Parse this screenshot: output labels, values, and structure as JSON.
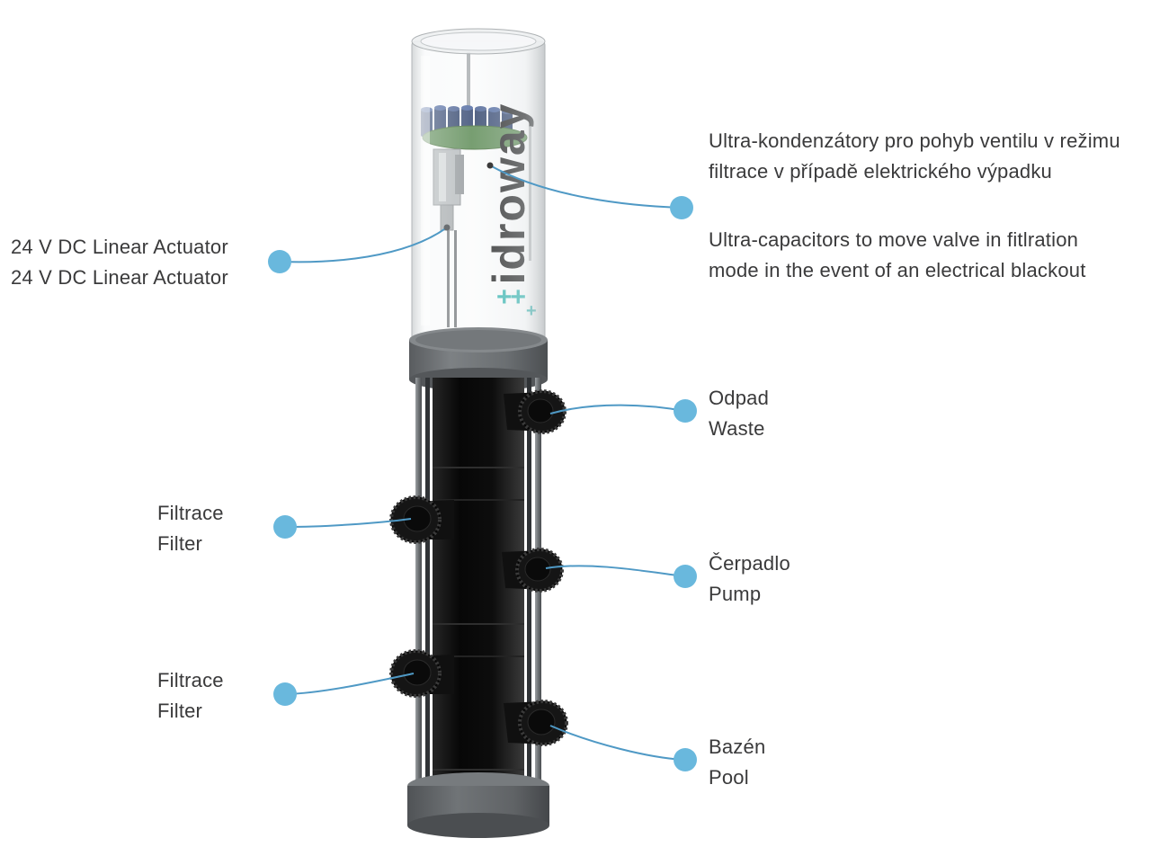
{
  "device": {
    "name": "automatic multiport valve column",
    "brand": "idroway",
    "brand_marks": "++",
    "brand_marks_small": "+"
  },
  "colors": {
    "callout_dot": "#69b8dd",
    "callout_line": "#4f99c5",
    "label_text": "#3a3a3b",
    "pcb_green": "#55864c",
    "brand_teal": "#29b3ae"
  },
  "labels": {
    "ultracaps": {
      "cz": "Ultra-kondenzátory pro pohyb ventilu v režimu\nfiltrace v případě elektrického výpadku",
      "en": "Ultra-capacitors to move valve in fitlration\nmode in the event of an electrical blackout"
    },
    "actuator": {
      "line1": "24 V DC Linear Actuator",
      "line2": "24 V DC Linear Actuator"
    },
    "waste": {
      "cz": "Odpad",
      "en": "Waste"
    },
    "filter_top": {
      "cz": "Filtrace",
      "en": "Filter"
    },
    "pump": {
      "cz": "Čerpadlo",
      "en": "Pump"
    },
    "filter_bottom": {
      "cz": "Filtrace",
      "en": "Filter"
    },
    "pool": {
      "cz": "Bazén",
      "en": "Pool"
    }
  }
}
